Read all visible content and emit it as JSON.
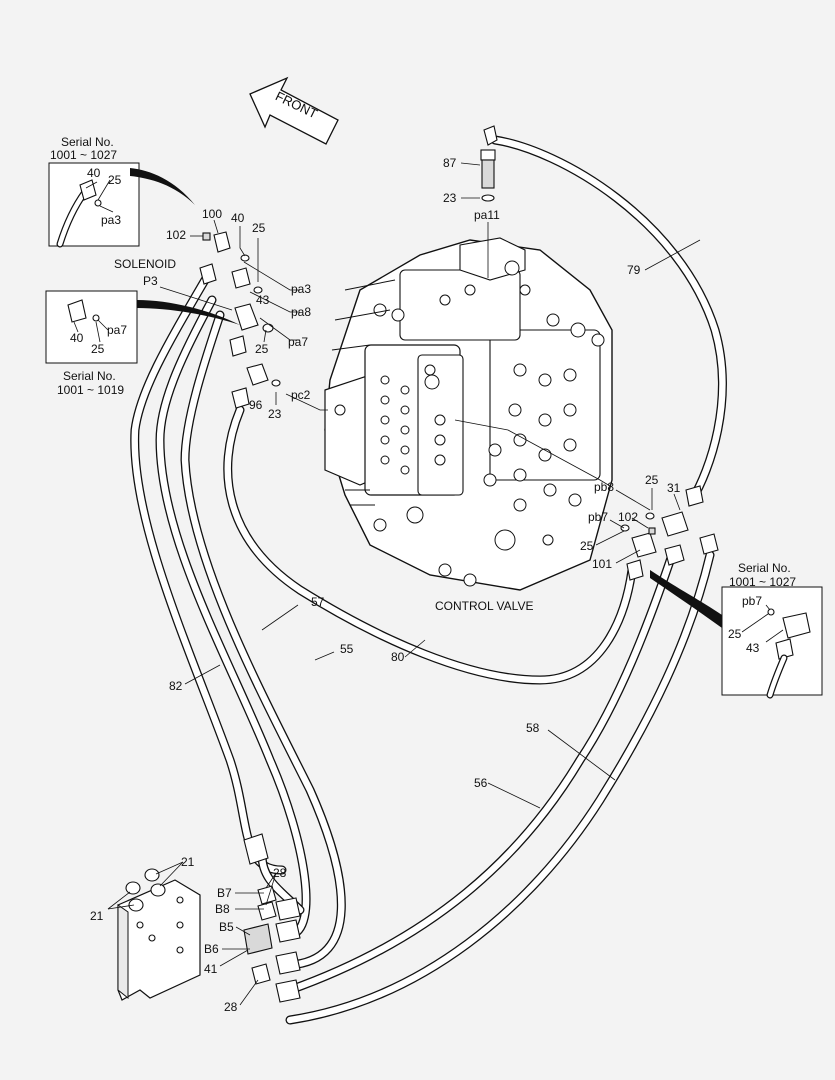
{
  "front_label": "FRONT",
  "control_valve_label": "CONTROL VALVE",
  "solenoid_label": "SOLENOID",
  "insets": {
    "pa3": {
      "serial_label": "Serial No.",
      "serial_range": "1001 ~ 1027",
      "parts": [
        "40",
        "25",
        "pa3"
      ]
    },
    "pa7": {
      "serial_label": "Serial No.",
      "serial_range": "1001 ~ 1019",
      "parts": [
        "40",
        "25",
        "pa7"
      ]
    },
    "pb7": {
      "serial_label": "Serial No.",
      "serial_range": "1001 ~ 1027",
      "parts": [
        "pb7",
        "25",
        "43"
      ]
    }
  },
  "callouts": {
    "c87": "87",
    "c23a": "23",
    "c_pa11": "pa11",
    "c79": "79",
    "c100": "100",
    "c102a": "102",
    "c40": "40",
    "c25a": "25",
    "c43": "43",
    "c_pa3": "pa3",
    "c_pa8": "pa8",
    "c_pa7": "pa7",
    "c_p3": "P3",
    "c25b": "25",
    "c96": "96",
    "c23b": "23",
    "c_pc2": "pc2",
    "c_pb8": "pb8",
    "c25c": "25",
    "c31": "31",
    "c_pb7": "pb7",
    "c102b": "102",
    "c25d": "25",
    "c101": "101",
    "c57": "57",
    "c55": "55",
    "c80": "80",
    "c82": "82",
    "c58": "58",
    "c56": "56",
    "c21a": "21",
    "c21b": "21",
    "c28a": "28",
    "c_b7": "B7",
    "c_b8": "B8",
    "c_b5": "B5",
    "c_b6": "B6",
    "c41": "41",
    "c28b": "28"
  }
}
